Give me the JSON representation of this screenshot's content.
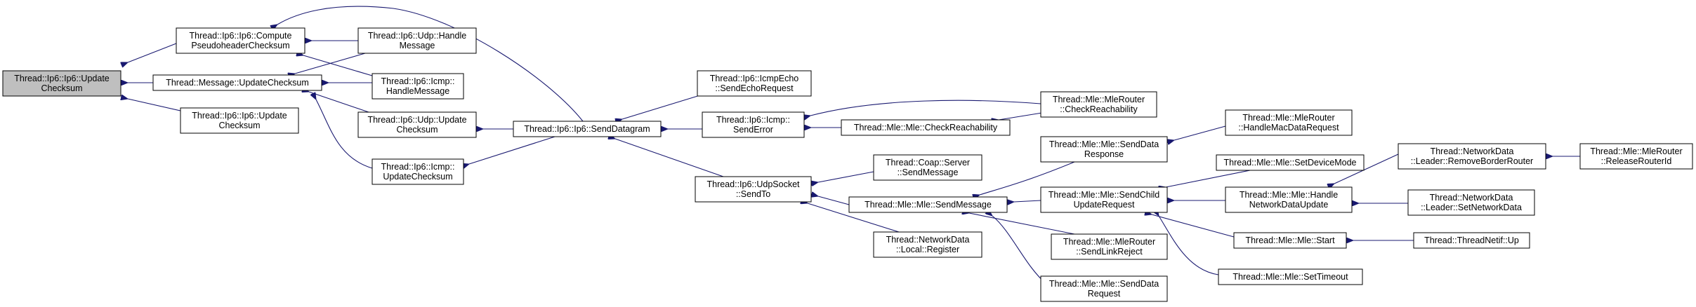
{
  "diagram": {
    "type": "call-graph",
    "edge_color": "#191970",
    "root_fill": "#bfbfbf",
    "nodes": [
      {
        "id": "root",
        "lines": [
          "Thread::Ip6::Ip6::Update",
          "Checksum"
        ],
        "root": true
      },
      {
        "id": "compute_pseudo",
        "lines": [
          "Thread::Ip6::Ip6::Compute",
          "PseudoheaderChecksum"
        ]
      },
      {
        "id": "msg_update",
        "lines": [
          "Thread::Message::UpdateChecksum"
        ]
      },
      {
        "id": "ip6_update2",
        "lines": [
          "Thread::Ip6::Ip6::Update",
          "Checksum"
        ]
      },
      {
        "id": "udp_handle",
        "lines": [
          "Thread::Ip6::Udp::Handle",
          "Message"
        ]
      },
      {
        "id": "icmp_handle",
        "lines": [
          "Thread::Ip6::Icmp::",
          "HandleMessage"
        ]
      },
      {
        "id": "udp_update",
        "lines": [
          "Thread::Ip6::Udp::Update",
          "Checksum"
        ]
      },
      {
        "id": "icmp_update",
        "lines": [
          "Thread::Ip6::Icmp::",
          "UpdateChecksum"
        ]
      },
      {
        "id": "send_datagram",
        "lines": [
          "Thread::Ip6::Ip6::SendDatagram"
        ]
      },
      {
        "id": "echo_req",
        "lines": [
          "Thread::Ip6::IcmpEcho",
          "::SendEchoRequest"
        ]
      },
      {
        "id": "send_error",
        "lines": [
          "Thread::Ip6::Icmp::",
          "SendError"
        ]
      },
      {
        "id": "udpsock_sendto",
        "lines": [
          "Thread::Ip6::UdpSocket",
          "::SendTo"
        ]
      },
      {
        "id": "mle_check",
        "lines": [
          "Thread::Mle::Mle::CheckReachability"
        ]
      },
      {
        "id": "router_check",
        "lines": [
          "Thread::Mle::MleRouter",
          "::CheckReachability"
        ]
      },
      {
        "id": "coap_send",
        "lines": [
          "Thread::Coap::Server",
          "::SendMessage"
        ]
      },
      {
        "id": "mle_sendmsg",
        "lines": [
          "Thread::Mle::Mle::SendMessage"
        ]
      },
      {
        "id": "nd_register",
        "lines": [
          "Thread::NetworkData",
          "::Local::Register"
        ]
      },
      {
        "id": "senddata_resp",
        "lines": [
          "Thread::Mle::Mle::SendData",
          "Response"
        ]
      },
      {
        "id": "child_update",
        "lines": [
          "Thread::Mle::Mle::SendChild",
          "UpdateRequest"
        ]
      },
      {
        "id": "link_reject",
        "lines": [
          "Thread::Mle::MleRouter",
          "::SendLinkReject"
        ]
      },
      {
        "id": "senddata_req",
        "lines": [
          "Thread::Mle::Mle::SendData",
          "Request"
        ]
      },
      {
        "id": "handle_macdata",
        "lines": [
          "Thread::Mle::MleRouter",
          "::HandleMacDataRequest"
        ]
      },
      {
        "id": "set_device_mode",
        "lines": [
          "Thread::Mle::Mle::SetDeviceMode"
        ]
      },
      {
        "id": "handle_nd_update",
        "lines": [
          "Thread::Mle::Mle::Handle",
          "NetworkDataUpdate"
        ]
      },
      {
        "id": "mle_start",
        "lines": [
          "Thread::Mle::Mle::Start"
        ]
      },
      {
        "id": "set_timeout",
        "lines": [
          "Thread::Mle::Mle::SetTimeout"
        ]
      },
      {
        "id": "remove_border",
        "lines": [
          "Thread::NetworkData",
          "::Leader::RemoveBorderRouter"
        ]
      },
      {
        "id": "set_network_data",
        "lines": [
          "Thread::NetworkData",
          "::Leader::SetNetworkData"
        ]
      },
      {
        "id": "netif_up",
        "lines": [
          "Thread::ThreadNetif::Up"
        ]
      },
      {
        "id": "release_router",
        "lines": [
          "Thread::Mle::MleRouter",
          "::ReleaseRouterId"
        ]
      }
    ],
    "edges": [
      [
        "compute_pseudo",
        "root"
      ],
      [
        "msg_update",
        "root"
      ],
      [
        "ip6_update2",
        "root"
      ],
      [
        "udp_handle",
        "compute_pseudo"
      ],
      [
        "icmp_handle",
        "compute_pseudo"
      ],
      [
        "send_datagram",
        "compute_pseudo"
      ],
      [
        "udp_handle",
        "msg_update"
      ],
      [
        "icmp_handle",
        "msg_update"
      ],
      [
        "udp_update",
        "msg_update"
      ],
      [
        "icmp_update",
        "msg_update"
      ],
      [
        "send_datagram",
        "udp_update"
      ],
      [
        "send_datagram",
        "icmp_update"
      ],
      [
        "echo_req",
        "send_datagram"
      ],
      [
        "send_error",
        "send_datagram"
      ],
      [
        "udpsock_sendto",
        "send_datagram"
      ],
      [
        "mle_check",
        "send_error"
      ],
      [
        "router_check",
        "send_error"
      ],
      [
        "router_check",
        "mle_check"
      ],
      [
        "coap_send",
        "udpsock_sendto"
      ],
      [
        "mle_sendmsg",
        "udpsock_sendto"
      ],
      [
        "nd_register",
        "udpsock_sendto"
      ],
      [
        "senddata_resp",
        "mle_sendmsg"
      ],
      [
        "child_update",
        "mle_sendmsg"
      ],
      [
        "link_reject",
        "mle_sendmsg"
      ],
      [
        "senddata_req",
        "mle_sendmsg"
      ],
      [
        "handle_macdata",
        "senddata_resp"
      ],
      [
        "set_device_mode",
        "child_update"
      ],
      [
        "handle_nd_update",
        "child_update"
      ],
      [
        "mle_start",
        "child_update"
      ],
      [
        "set_timeout",
        "child_update"
      ],
      [
        "remove_border",
        "handle_nd_update"
      ],
      [
        "set_network_data",
        "handle_nd_update"
      ],
      [
        "netif_up",
        "mle_start"
      ],
      [
        "release_router",
        "remove_border"
      ]
    ]
  }
}
